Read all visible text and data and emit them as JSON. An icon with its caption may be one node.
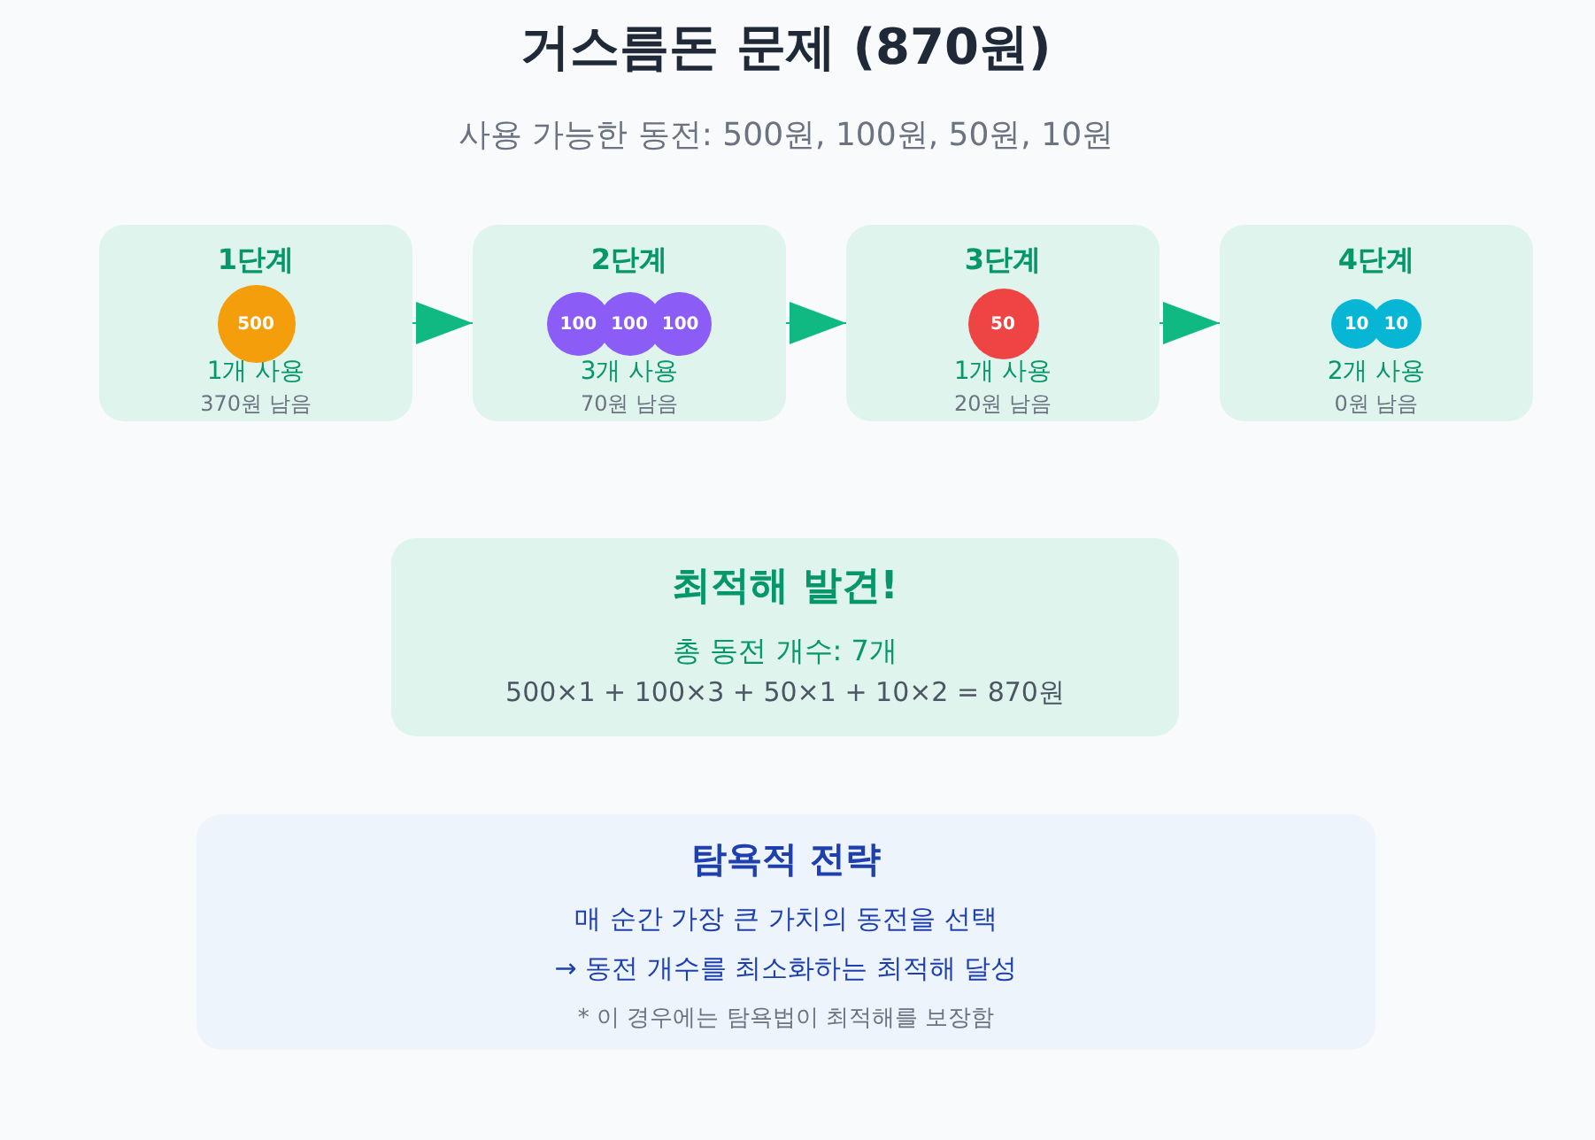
{
  "diagram": {
    "title": "거스름돈 문제 (870원)",
    "nodes": [
      {
        "text": [
          "1단계",
          "1개 사용",
          "370원 남음"
        ]
      },
      {
        "text": [
          "500"
        ],
        "in": 0
      },
      {
        "text": [
          "2단계",
          "3개 사용",
          "70원 남음"
        ]
      },
      {
        "text": [
          "100"
        ],
        "in": 2
      },
      {
        "text": [
          "100"
        ],
        "in": 2
      },
      {
        "text": [
          "100"
        ],
        "in": 2
      },
      {
        "text": [
          "3단계",
          "1개 사용",
          "20원 남음"
        ]
      },
      {
        "text": [
          "50"
        ],
        "in": 6
      },
      {
        "text": [
          "4단계",
          "2개 사용",
          "0원 남음"
        ]
      },
      {
        "text": [
          "10"
        ],
        "in": 8
      },
      {
        "text": [
          "10"
        ],
        "in": 8
      },
      {
        "text": [
          "최적해 발견!",
          "총 동전 개수: 7개",
          "500×1 + 100×3 + 50×1 + 10×2 = 870원"
        ]
      },
      {
        "text": [
          "탐욕적 전략",
          "매 순간 가장 큰 가치의 동전을 선택",
          "→ 동전 개수를 최소화하는 최적해 달성",
          "* 이 경우에는 탐욕법이 최적해를 보장함"
        ]
      }
    ],
    "edges": [
      {
        "from": 0,
        "to": 2,
        "arrow": "to"
      },
      {
        "from": 2,
        "to": 6,
        "arrow": "to"
      },
      {
        "from": 6,
        "to": 8,
        "arrow": "to"
      }
    ],
    "labels": [
      "사용 가능한 동전: 500원, 100원, 50원, 10원"
    ]
  }
}
